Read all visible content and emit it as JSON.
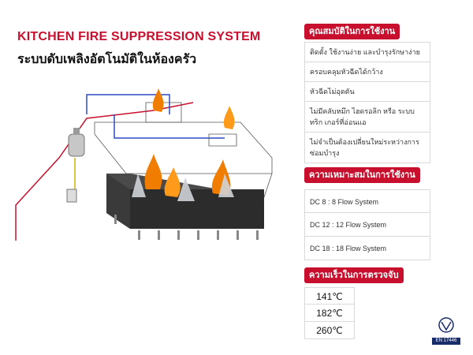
{
  "header": {
    "title_en": "KITCHEN FIRE SUPPRESSION SYSTEM",
    "title_th": "ระบบดับเพลิงอัตโนมัติในห้องครัว"
  },
  "features": {
    "heading": "คุณสมบัติในการใช้งาน",
    "items": [
      "ติดตั้ง ใช้งานง่าย และบำรุงรักษาง่าย",
      "ครอบคลุมหัวฉีดได้กว้าง",
      "หัวฉีดไม่อุดตัน",
      "ไม่มีคลับหมึก ไฮดรอลิก หรือ ระบบทริก เกอร์ที่อ่อนแอ",
      "ไม่จำเป็นต้องเปลี่ยนใหม่ระหว่างการซ่อมบำรุง"
    ]
  },
  "suitability": {
    "heading": "ความเหมาะสมในการใช้งาน",
    "items": [
      "DC 8 : 8 Flow System",
      "DC 12 : 12 Flow System",
      "DC 18 : 18 Flow System"
    ]
  },
  "detection": {
    "heading": "ความเร็วในการตรวจจับ",
    "temps": [
      "141℃",
      "182℃",
      "260℃"
    ]
  },
  "certification": {
    "mark": "bsi",
    "standard": "EN 17446"
  }
}
